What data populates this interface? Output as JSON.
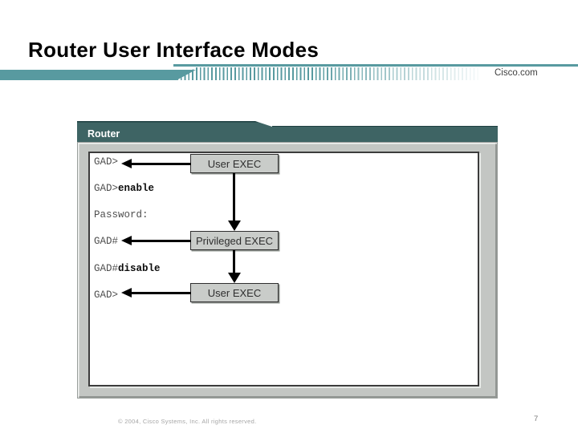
{
  "slide": {
    "title": "Router User Interface Modes",
    "brand": "Cisco.com",
    "footer": "© 2004, Cisco Systems, Inc. All rights reserved.",
    "page_number": "7"
  },
  "console_window": {
    "title": "Router",
    "lines": [
      {
        "prompt": "GAD>",
        "command": ""
      },
      {
        "prompt": "GAD>",
        "command": "enable"
      },
      {
        "prompt": "Password:",
        "command": ""
      },
      {
        "prompt": "GAD#",
        "command": ""
      },
      {
        "prompt": "GAD#",
        "command": "disable"
      },
      {
        "prompt": "GAD>",
        "command": ""
      }
    ],
    "modes": [
      "User EXEC",
      "Privileged EXEC",
      "User EXEC"
    ]
  },
  "colors": {
    "banner_teal": "#589aa0",
    "titlebar_teal": "#3e6464",
    "tab_outline": "#1e3f41",
    "frame_gray": "#c3c6c3",
    "box_fill": "#c9ccc9",
    "box_border": "#2e2e2e",
    "prompt_gray": "#4f4f4f",
    "command_black": "#0b0b0b",
    "arrow_black": "#000000",
    "brand_gray": "#3f3f3f",
    "footer_gray": "#a6a6a6",
    "page_gray": "#7a7a7a"
  }
}
